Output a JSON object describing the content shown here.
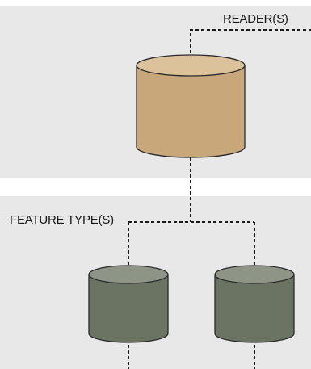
{
  "sections": {
    "reader": {
      "label": "READER(S)"
    },
    "feature_type": {
      "label": "FEATURE TYPE(S)"
    }
  },
  "colors": {
    "panel_background": "#e8e8e8",
    "reader_cylinder_body": "#c8a87a",
    "reader_cylinder_top": "#dcc29a",
    "feature_cylinder_body": "#6b7363",
    "feature_cylinder_top": "#8f9586",
    "cylinder_outline": "#2b2b2b",
    "connector": "#1a1a1a"
  },
  "icons": {
    "reader": "database-cylinder",
    "feature_type": "database-cylinder"
  }
}
